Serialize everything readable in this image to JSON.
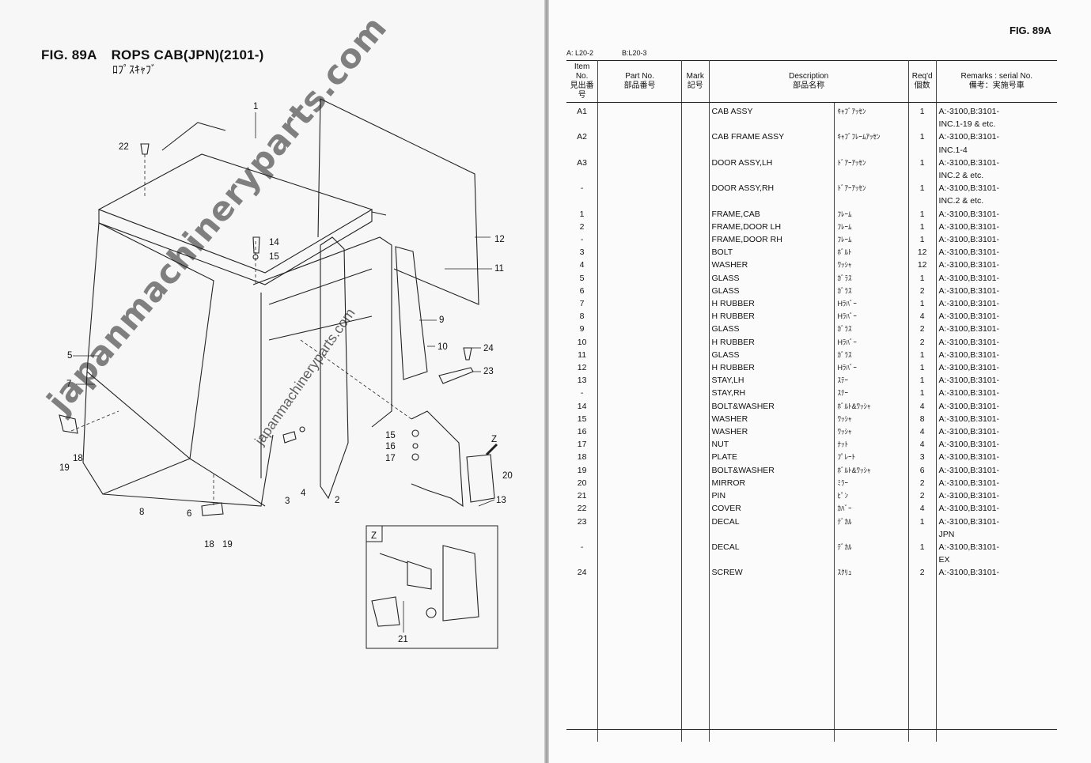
{
  "left_page": {
    "fig_label": "FIG. 89A",
    "title": "ROPS CAB(JPN)(2101-)",
    "title_jp": "ﾛﾌﾟｽｷｬﾌﾞ",
    "watermark_big": "japanmachineryparts.com",
    "watermark_small": "japanmachineryparts.com",
    "detail_label": "Z",
    "callouts": {
      "c1": "1",
      "c2": "2",
      "c3": "3",
      "c4": "4",
      "c5": "5",
      "c6": "6",
      "c7": "7",
      "c8": "8",
      "c9": "9",
      "c10": "10",
      "c11": "11",
      "c12": "12",
      "c13": "13",
      "c14": "14",
      "c15a": "15",
      "c15b": "15",
      "c16": "16",
      "c17": "17",
      "c18a": "18",
      "c18b": "18",
      "c19a": "19",
      "c19b": "19",
      "c20": "20",
      "c21": "21",
      "c22": "22",
      "c23": "23",
      "c24": "24",
      "cz": "Z"
    }
  },
  "right_page": {
    "fig_label": "FIG. 89A",
    "variant_a": "A: L20-2",
    "variant_b": "B:L20-3",
    "columns": {
      "item_en": "Item No.",
      "item_jp": "見出番号",
      "part_en": "Part No.",
      "part_jp": "部品番号",
      "mark_en": "Mark",
      "mark_jp": "記号",
      "desc_en": "Description",
      "desc_jp": "部品名称",
      "qty_en": "Req'd",
      "qty_jp": "個数",
      "rem_en": "Remarks : serial No.",
      "rem_jp": "備考：実施号車"
    },
    "rows": [
      {
        "item": "A1",
        "desc": "CAB ASSY",
        "jp": "ｷｬﾌﾞｱｯｾﾝ",
        "qty": "1",
        "rem": "A:-3100,B:3101-"
      },
      {
        "item": "",
        "desc": "",
        "jp": "",
        "qty": "",
        "rem": "INC.1-19 & etc."
      },
      {
        "item": "A2",
        "desc": "CAB FRAME ASSY",
        "jp": "ｷｬﾌﾞﾌﾚｰﾑｱｯｾﾝ",
        "qty": "1",
        "rem": "A:-3100,B:3101-"
      },
      {
        "item": "",
        "desc": "",
        "jp": "",
        "qty": "",
        "rem": "INC.1-4"
      },
      {
        "item": "A3",
        "desc": "DOOR ASSY,LH",
        "jp": "ﾄﾞｱｰｱｯｾﾝ",
        "qty": "1",
        "rem": "A:-3100,B:3101-"
      },
      {
        "item": "",
        "desc": "",
        "jp": "",
        "qty": "",
        "rem": "INC.2 & etc."
      },
      {
        "item": "-",
        "desc": "DOOR ASSY,RH",
        "jp": "ﾄﾞｱｰｱｯｾﾝ",
        "qty": "1",
        "rem": "A:-3100,B:3101-"
      },
      {
        "item": "",
        "desc": "",
        "jp": "",
        "qty": "",
        "rem": "INC.2 & etc."
      },
      {
        "item": "1",
        "desc": "FRAME,CAB",
        "jp": "ﾌﾚｰﾑ",
        "qty": "1",
        "rem": "A:-3100,B:3101-"
      },
      {
        "item": "2",
        "desc": "FRAME,DOOR LH",
        "jp": "ﾌﾚｰﾑ",
        "qty": "1",
        "rem": "A:-3100,B:3101-"
      },
      {
        "item": "-",
        "desc": "FRAME,DOOR RH",
        "jp": "ﾌﾚｰﾑ",
        "qty": "1",
        "rem": "A:-3100,B:3101-"
      },
      {
        "item": "3",
        "desc": "BOLT",
        "jp": "ﾎﾞﾙﾄ",
        "qty": "12",
        "rem": "A:-3100,B:3101-"
      },
      {
        "item": "4",
        "desc": "WASHER",
        "jp": "ﾜｯｼｬ",
        "qty": "12",
        "rem": "A:-3100,B:3101-"
      },
      {
        "item": "5",
        "desc": "GLASS",
        "jp": "ｶﾞﾗｽ",
        "qty": "1",
        "rem": "A:-3100,B:3101-"
      },
      {
        "item": "6",
        "desc": "GLASS",
        "jp": "ｶﾞﾗｽ",
        "qty": "2",
        "rem": "A:-3100,B:3101-"
      },
      {
        "item": "7",
        "desc": "H RUBBER",
        "jp": "Hﾗﾊﾞｰ",
        "qty": "1",
        "rem": "A:-3100,B:3101-"
      },
      {
        "item": "8",
        "desc": "H RUBBER",
        "jp": "Hﾗﾊﾞｰ",
        "qty": "4",
        "rem": "A:-3100,B:3101-"
      },
      {
        "item": "9",
        "desc": "GLASS",
        "jp": "ｶﾞﾗｽ",
        "qty": "2",
        "rem": "A:-3100,B:3101-"
      },
      {
        "item": "10",
        "desc": "H RUBBER",
        "jp": "Hﾗﾊﾞｰ",
        "qty": "2",
        "rem": "A:-3100,B:3101-"
      },
      {
        "item": "11",
        "desc": "GLASS",
        "jp": "ｶﾞﾗｽ",
        "qty": "1",
        "rem": "A:-3100,B:3101-"
      },
      {
        "item": "12",
        "desc": "H RUBBER",
        "jp": "Hﾗﾊﾞｰ",
        "qty": "1",
        "rem": "A:-3100,B:3101-"
      },
      {
        "item": "13",
        "desc": "STAY,LH",
        "jp": "ｽﾃｰ",
        "qty": "1",
        "rem": "A:-3100,B:3101-"
      },
      {
        "item": "-",
        "desc": "STAY,RH",
        "jp": "ｽﾃｰ",
        "qty": "1",
        "rem": "A:-3100,B:3101-"
      },
      {
        "item": "14",
        "desc": "BOLT&WASHER",
        "jp": "ﾎﾞﾙﾄ&ﾜｯｼｬ",
        "qty": "4",
        "rem": "A:-3100,B:3101-"
      },
      {
        "item": "15",
        "desc": "WASHER",
        "jp": "ﾜｯｼｬ",
        "qty": "8",
        "rem": "A:-3100,B:3101-"
      },
      {
        "item": "16",
        "desc": "WASHER",
        "jp": "ﾜｯｼｬ",
        "qty": "4",
        "rem": "A:-3100,B:3101-"
      },
      {
        "item": "17",
        "desc": "NUT",
        "jp": "ﾅｯﾄ",
        "qty": "4",
        "rem": "A:-3100,B:3101-"
      },
      {
        "item": "18",
        "desc": "PLATE",
        "jp": "ﾌﾟﾚｰﾄ",
        "qty": "3",
        "rem": "A:-3100,B:3101-"
      },
      {
        "item": "19",
        "desc": "BOLT&WASHER",
        "jp": "ﾎﾞﾙﾄ&ﾜｯｼｬ",
        "qty": "6",
        "rem": "A:-3100,B:3101-"
      },
      {
        "item": "20",
        "desc": "MIRROR",
        "jp": "ﾐﾗｰ",
        "qty": "2",
        "rem": "A:-3100,B:3101-"
      },
      {
        "item": "21",
        "desc": "PIN",
        "jp": "ﾋﾟﾝ",
        "qty": "2",
        "rem": "A:-3100,B:3101-"
      },
      {
        "item": "22",
        "desc": "COVER",
        "jp": "ｶﾊﾞｰ",
        "qty": "4",
        "rem": "A:-3100,B:3101-"
      },
      {
        "item": "23",
        "desc": "DECAL",
        "jp": "ﾃﾞｶﾙ",
        "qty": "1",
        "rem": "A:-3100,B:3101-"
      },
      {
        "item": "",
        "desc": "",
        "jp": "",
        "qty": "",
        "rem": "JPN"
      },
      {
        "item": "-",
        "desc": "DECAL",
        "jp": "ﾃﾞｶﾙ",
        "qty": "1",
        "rem": "A:-3100,B:3101-"
      },
      {
        "item": "",
        "desc": "",
        "jp": "",
        "qty": "",
        "rem": "EX"
      },
      {
        "item": "24",
        "desc": "SCREW",
        "jp": "ｽｸﾘｭ",
        "qty": "2",
        "rem": "A:-3100,B:3101-"
      }
    ]
  }
}
